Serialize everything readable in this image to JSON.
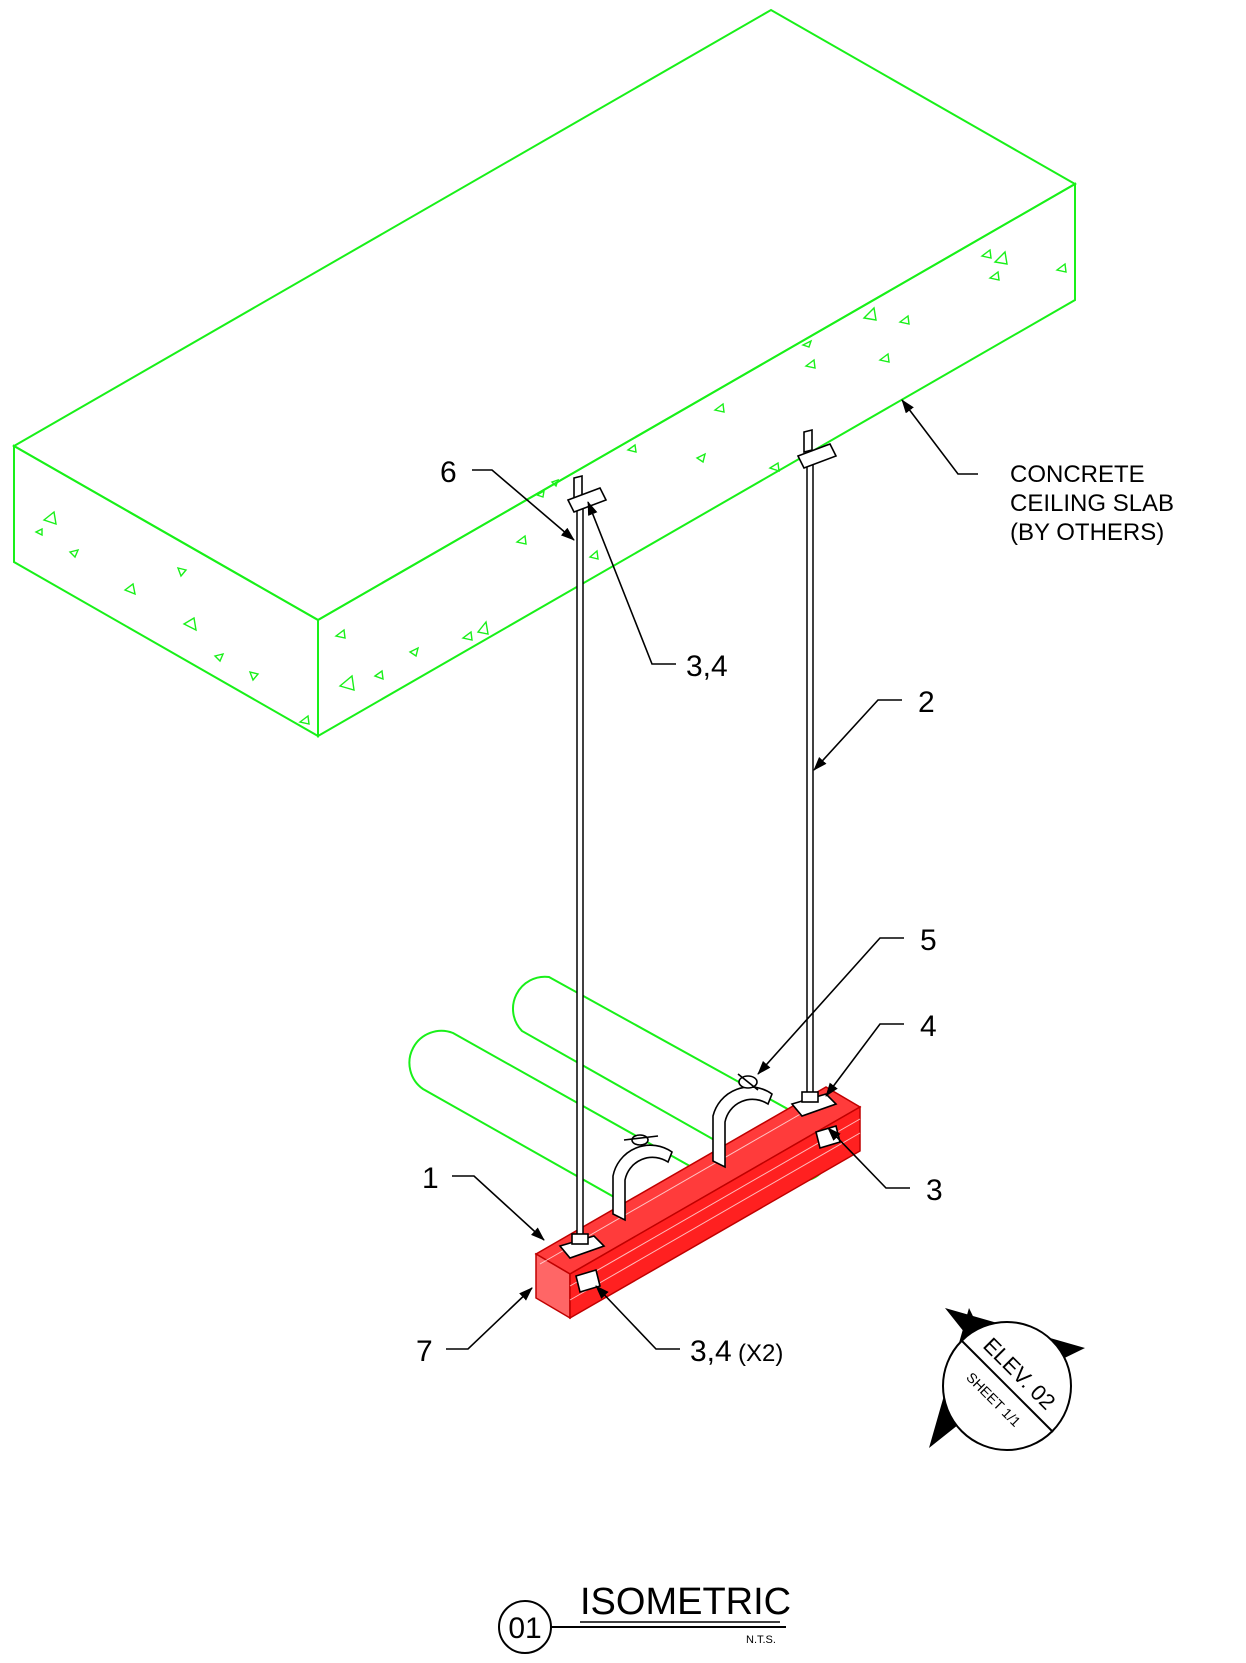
{
  "drawing": {
    "callouts": {
      "c1": "1",
      "c2": "2",
      "c3": "3",
      "c4": "4",
      "c5": "5",
      "c6": "6",
      "c7": "7",
      "c34_top": "3,4",
      "c34_bottom": "3,4",
      "c34_bottom_suffix": "(X2)"
    },
    "slab_note": {
      "line1": "CONCRETE",
      "line2": "CEILING SLAB",
      "line3": "(BY OTHERS)"
    },
    "elevation_tag": {
      "elev": "ELEV. 02",
      "sheet": "SHEET 1/1"
    },
    "title_block": {
      "number": "01",
      "title": "ISOMETRIC",
      "scale": "N.T.S."
    }
  },
  "colors": {
    "slab": "#19f019",
    "pipe": "#19f019",
    "strut_channel": "#ff1a1a",
    "linework": "#000000"
  }
}
